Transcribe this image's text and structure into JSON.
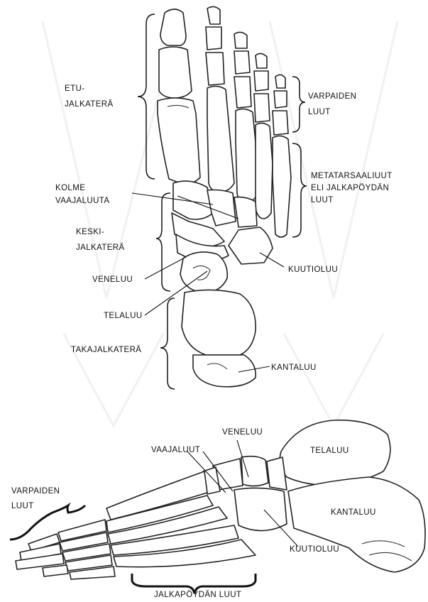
{
  "top_view": {
    "labels": {
      "etu_1": "ETU-",
      "etu_2": "JALKATERÄ",
      "varpaiden_1": "VARPAIDEN",
      "varpaiden_2": "LUUT",
      "metatarsaali_1": "METATARSAALIUUT",
      "metatarsaali_2": "ELI JALKAPÖYDÄN",
      "metatarsaali_3": "LUUT",
      "kolme_1": "KOLME",
      "kolme_2": "VAAJALUUTA",
      "keski_1": "KESKI-",
      "keski_2": "JALKATERÄ",
      "veneluu": "VENELUU",
      "kuutioluu": "KUUTIOLUU",
      "telaluu": "TELALUU",
      "takajalkatera": "TAKAJALKATERÄ",
      "kantaluu": "KANTALUU"
    }
  },
  "side_view": {
    "labels": {
      "veneluu": "VENELUU",
      "vaajaluut": "VAAJALUUT",
      "telaluu": "TELALUU",
      "varpaiden_1": "VARPAIDEN",
      "varpaiden_2": "LUUT",
      "kantaluu": "KANTALUU",
      "kuutioluu": "KUUTIOLUU",
      "jalkapoydan": "JALKAPÖYDÄN LUUT"
    }
  }
}
